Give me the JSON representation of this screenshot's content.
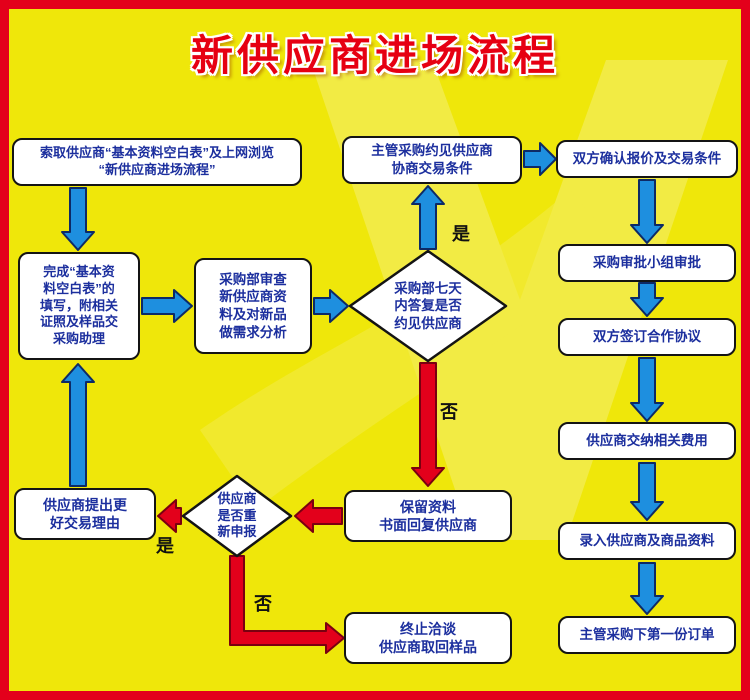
{
  "title": "新供应商进场流程",
  "colors": {
    "background": "#efe70a",
    "frame_red": "#e3001b",
    "title_red": "#e60012",
    "node_text_blue": "#1c2f9e",
    "blue_arrow_fill": "#1e8fdf",
    "blue_arrow_stroke": "#0d2a66",
    "red_arrow_fill": "#e3001b",
    "red_arrow_stroke": "#7a0010"
  },
  "nodes": {
    "request": {
      "text": "索取供应商“基本资料空白表”及上网浏览\n“新供应商进场流程”"
    },
    "invite": {
      "text": "主管采购约见供应商\n协商交易条件"
    },
    "confirm": {
      "text": "双方确认报价及交易条件"
    },
    "complete": {
      "text": "完成“基本资\n料空白表”的\n填写，附相关\n证照及样品交\n采购助理"
    },
    "review": {
      "text": "采购部审查\n新供应商资\n料及对新品\n做需求分析"
    },
    "decision_reply": {
      "text": "采购部七天\n内答复是否\n约见供应商"
    },
    "approve": {
      "text": "采购审批小组审批"
    },
    "sign": {
      "text": "双方签订合作协议"
    },
    "fee": {
      "text": "供应商交纳相关费用"
    },
    "record": {
      "text": "录入供应商及商品资料"
    },
    "order": {
      "text": "主管采购下第一份订单"
    },
    "better_reason": {
      "text": "供应商提出更\n好交易理由"
    },
    "decision_reapply": {
      "text": "供应商\n是否重\n新申报"
    },
    "keep": {
      "text": "保留资料\n书面回复供应商"
    },
    "terminate": {
      "text": "终止洽谈\n供应商取回样品"
    }
  },
  "labels": {
    "yes_top": "是",
    "no_bottom": "否",
    "yes_left": "是",
    "no_corner": "否"
  }
}
